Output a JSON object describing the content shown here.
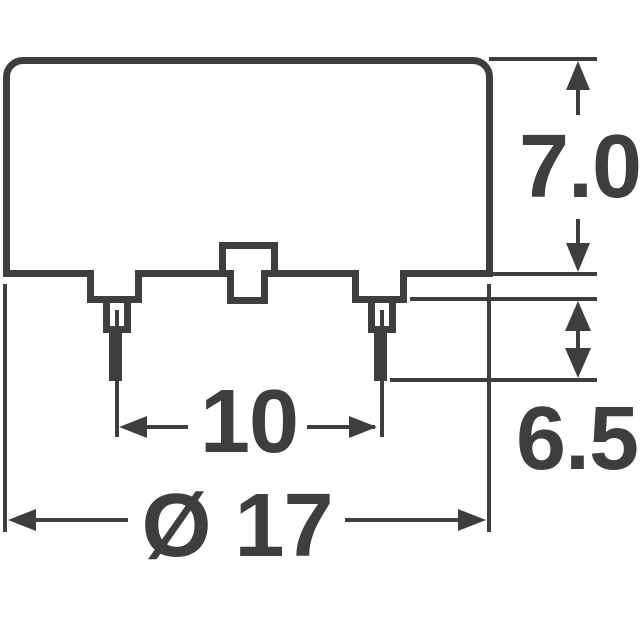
{
  "drawing": {
    "kind": "technical-dimension-drawing",
    "dimensions": {
      "body_height": {
        "label": "7.0"
      },
      "lead_length": {
        "label": "6.5"
      },
      "lead_spacing": {
        "label": "10"
      },
      "body_diameter": {
        "label": "Ø 17"
      }
    },
    "colors": {
      "line": "#3e3e40",
      "background": "#ffffff"
    }
  }
}
